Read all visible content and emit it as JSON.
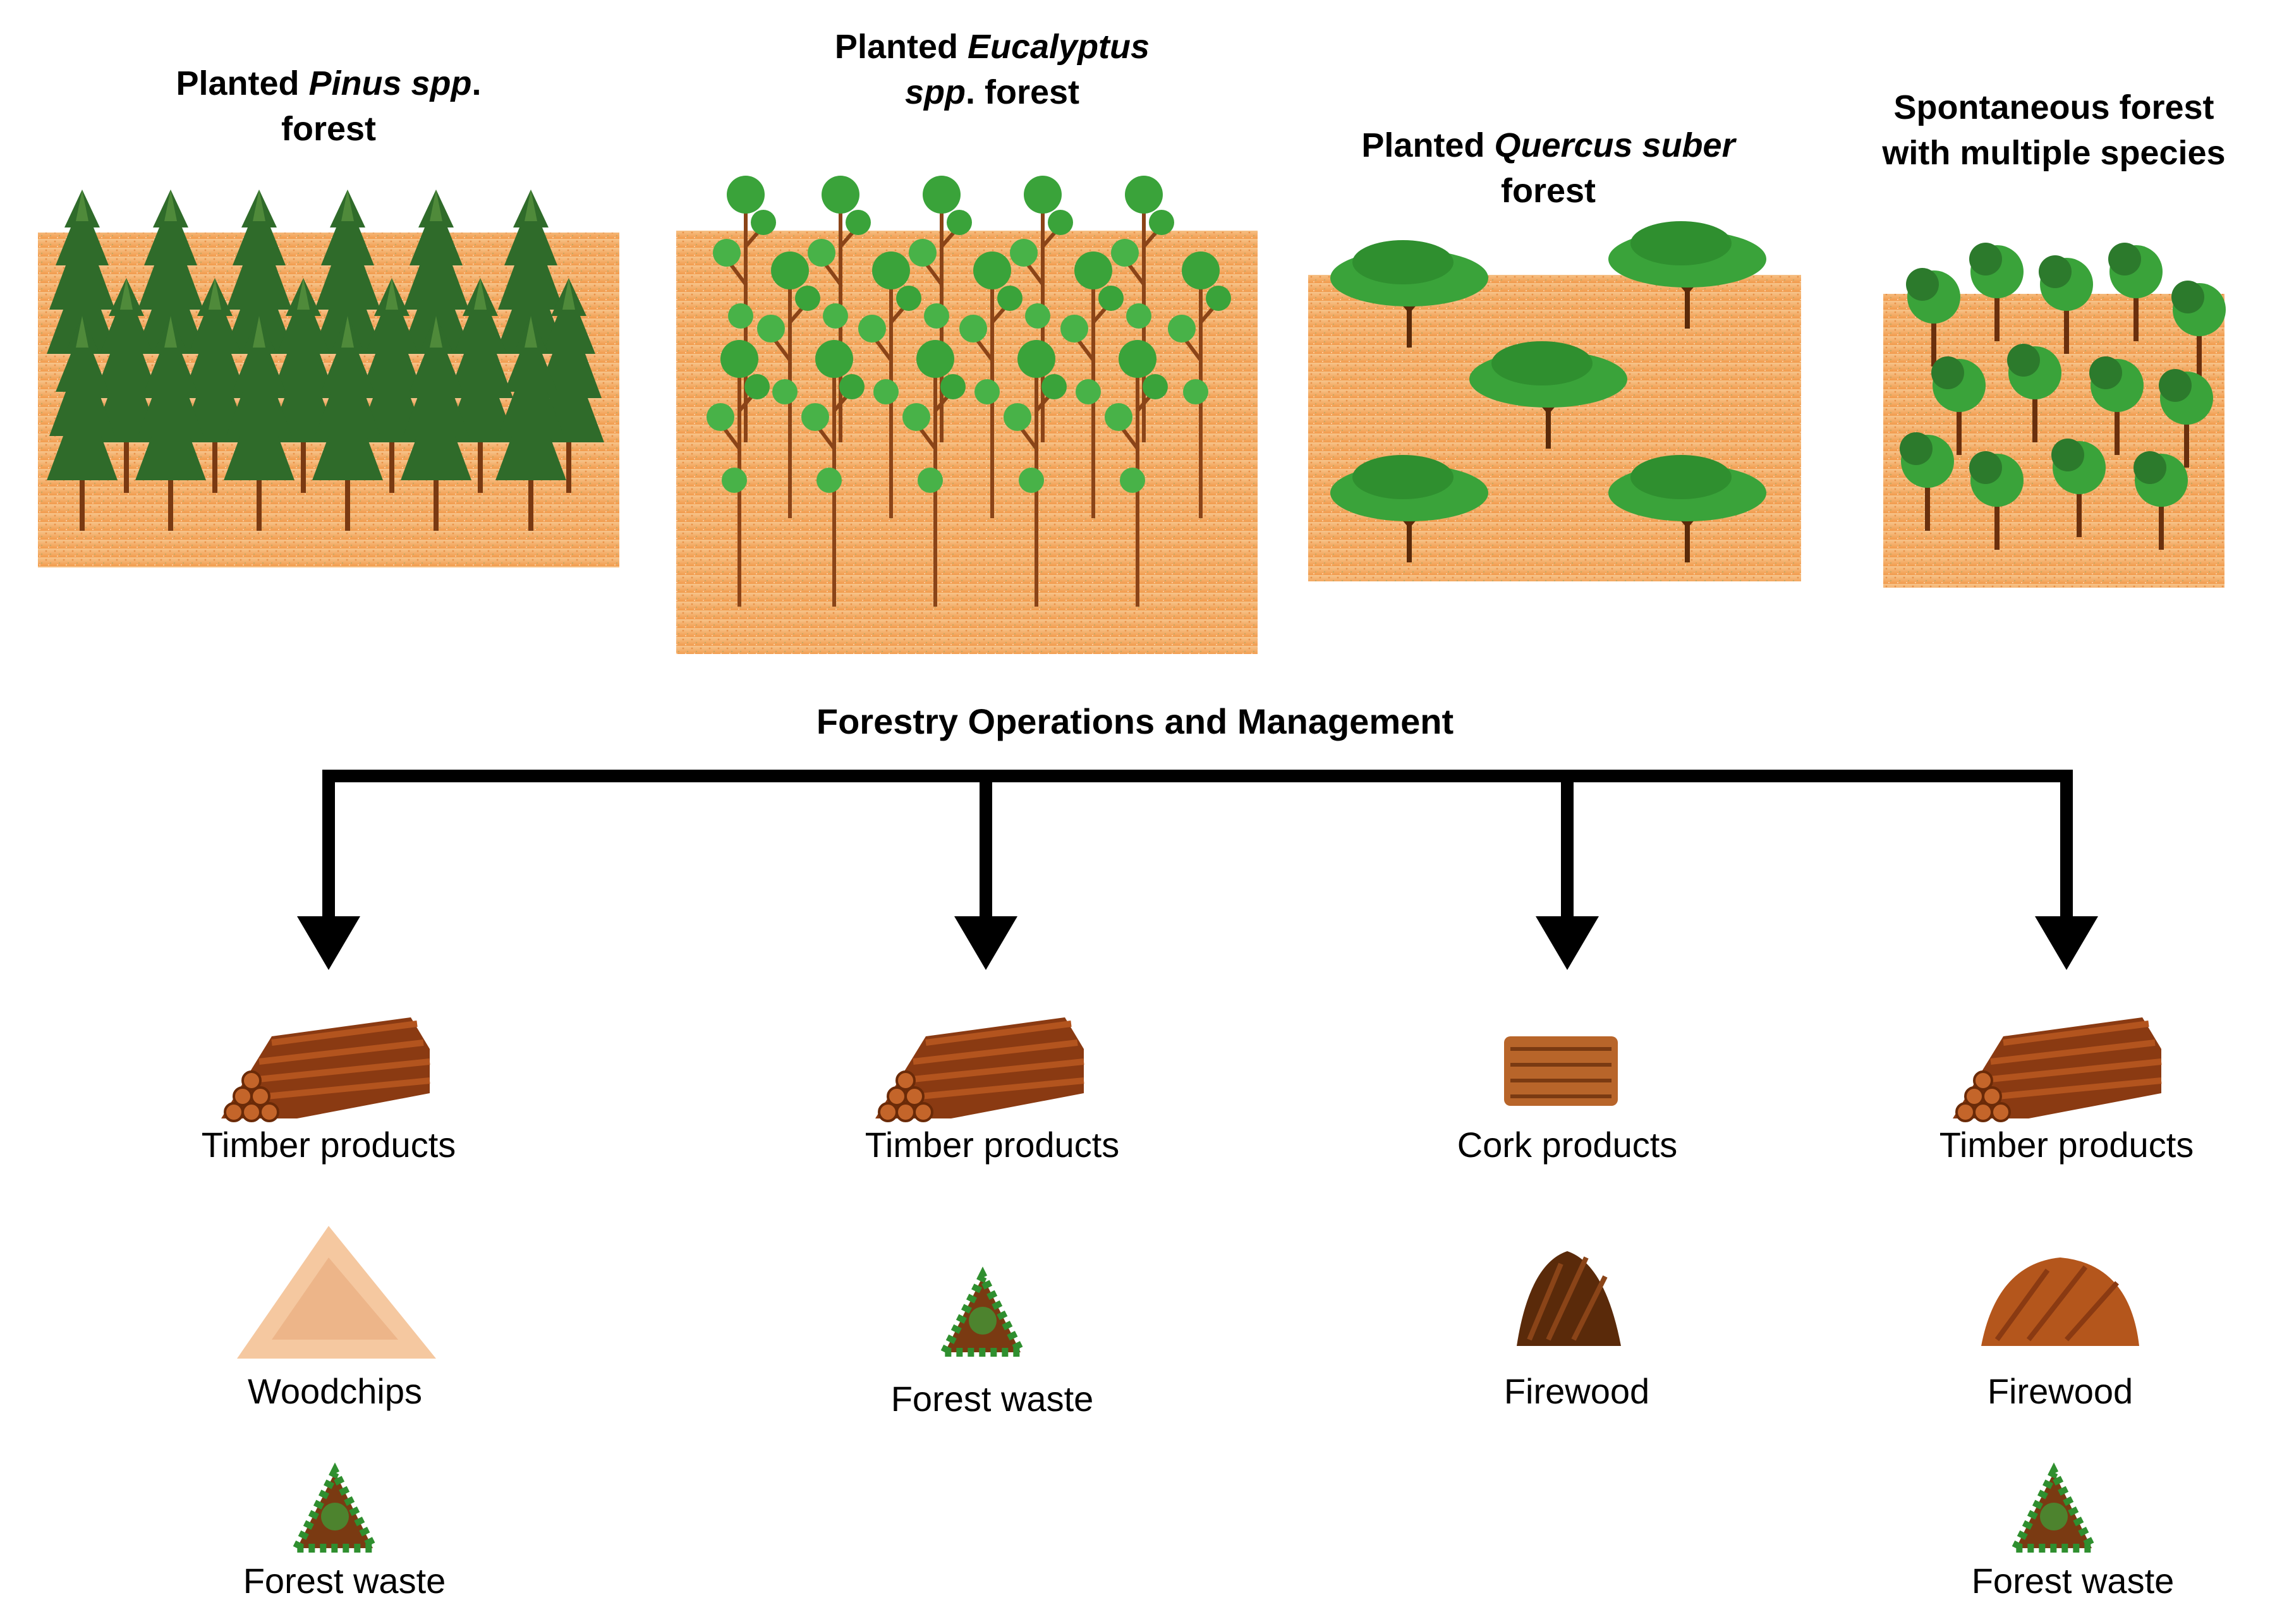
{
  "forests": [
    {
      "pre": "Planted ",
      "ital": "Pinus spp",
      "post": ".",
      "line2": "forest"
    },
    {
      "pre": "Planted ",
      "ital": "Eucalyptus",
      "line2_ital": "spp",
      "line2_post": ". forest"
    },
    {
      "pre": "Planted ",
      "ital": "Quercus suber",
      "line2": "forest"
    },
    {
      "line1": "Spontaneous forest",
      "line2": "with multiple species"
    }
  ],
  "center_title": "Forestry Operations and Management",
  "outputs": {
    "col1": [
      "Timber products",
      "Woodchips",
      "Forest waste"
    ],
    "col2": [
      "Timber products",
      "Forest waste"
    ],
    "col3": [
      "Cork products",
      "Firewood"
    ],
    "col4": [
      "Timber products",
      "Firewood",
      "Forest waste"
    ]
  },
  "colors": {
    "soil": "#f2a25a",
    "pine": "#2f6b2a",
    "leaf": "#3aa33a",
    "trunk": "#7a3a12",
    "log": "#9c4a1c",
    "arrow": "#000000"
  }
}
